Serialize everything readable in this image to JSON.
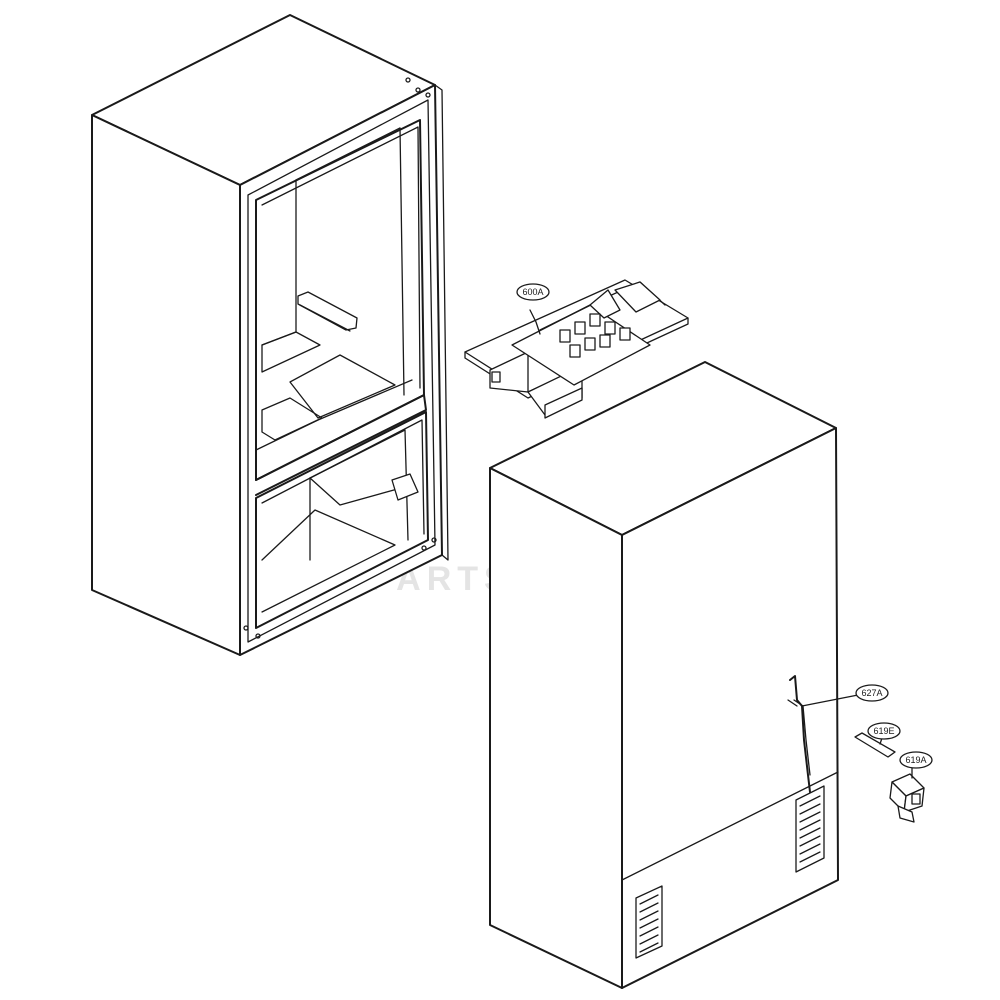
{
  "diagram": {
    "parts": [
      {
        "id": "cabinet-liner",
        "label": ""
      },
      {
        "id": "cabinet-outer",
        "label": ""
      },
      {
        "id": "ice-bin-assembly",
        "label": "600A"
      },
      {
        "id": "water-tube",
        "label": "627A"
      },
      {
        "id": "clip",
        "label": "619E"
      },
      {
        "id": "valve-assembly",
        "label": "619A"
      }
    ],
    "watermark": "PARTSVENTURE"
  },
  "colors": {
    "line": "#1a1a1a",
    "background": "#ffffff",
    "watermark": "#e4e4e4"
  }
}
